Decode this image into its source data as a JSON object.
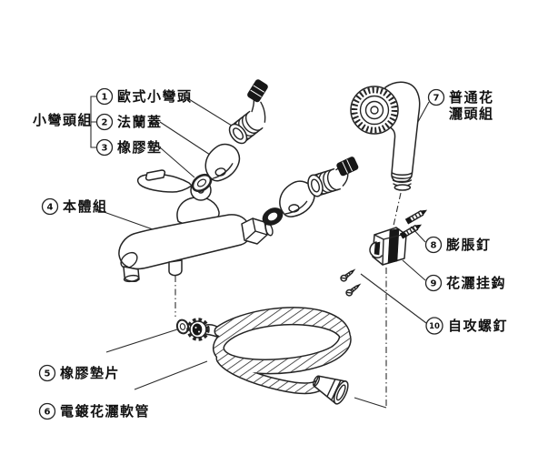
{
  "diagram": {
    "type": "exploded-parts-diagram",
    "background": "#ffffff",
    "line_color": "#242424",
    "group_label": "小彎頭組",
    "parts": [
      {
        "num": "1",
        "label": "歐式小彎頭"
      },
      {
        "num": "2",
        "label": "法蘭蓋"
      },
      {
        "num": "3",
        "label": "橡膠墊"
      },
      {
        "num": "4",
        "label": "本體組"
      },
      {
        "num": "5",
        "label": "橡膠墊片"
      },
      {
        "num": "6",
        "label": "電鍍花灑軟管"
      },
      {
        "num": "7",
        "label": "普通花灑頭組",
        "label_lines": [
          "普通花",
          "灑頭組"
        ]
      },
      {
        "num": "8",
        "label": "膨脹釘"
      },
      {
        "num": "9",
        "label": "花灑挂鈎"
      },
      {
        "num": "10",
        "label": "自攻螺釘"
      }
    ]
  }
}
